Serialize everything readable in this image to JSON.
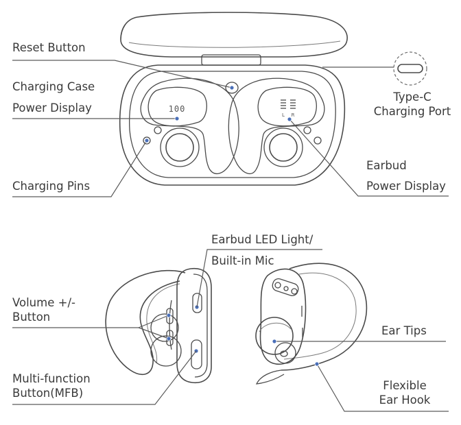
{
  "labels": {
    "reset_button": "Reset Button",
    "case_power_line1": "Charging Case",
    "case_power_line2": "Power Display",
    "charging_pins": "Charging Pins",
    "typec_line1": "Type-C",
    "typec_line2": "Charging Port",
    "earbud_power_line1": "Earbud",
    "earbud_power_line2": "Power Display",
    "led_line1": "Earbud LED Light/",
    "led_line2": "Built-in Mic",
    "volume_line1": "Volume +/-",
    "volume_line2": "Button",
    "mfb_line1": "Multi-function",
    "mfb_line2": "Button(MFB)",
    "ear_tips": "Ear Tips",
    "hook_line1": "Flexible",
    "hook_line2": "Ear Hook"
  },
  "displays": {
    "case_readout": "100",
    "left_marker": "L",
    "right_marker": "R"
  },
  "colors": {
    "line": "#5a5a5a",
    "outline": "#4a4a4a",
    "callout_dot": "#4a6fb8",
    "text": "#3a3a3a"
  }
}
